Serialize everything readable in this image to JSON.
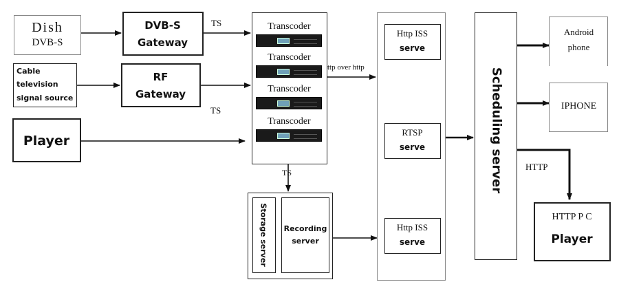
{
  "sources": {
    "dish": {
      "line1": "Dish",
      "line2": "DVB-S"
    },
    "cable": {
      "line1": "Cable",
      "line2": "television",
      "line3": "signal source"
    },
    "player": {
      "label": "Player"
    }
  },
  "gateways": {
    "dvbs": {
      "line1": "DVB-S",
      "line2": "Gateway"
    },
    "rf": {
      "line1": "RF",
      "line2": "Gateway"
    }
  },
  "transcoders": [
    "Transcoder",
    "Transcoder",
    "Transcoder",
    "Transcoder"
  ],
  "edge_labels": {
    "ts_top": "TS",
    "ts_mid": "TS",
    "ts_down": "TS",
    "http_over": "ttp over http",
    "http": "HTTP"
  },
  "storage": {
    "storage_server": "Storage server",
    "recording_line1": "Recording",
    "recording_line2": "server"
  },
  "serve_column": {
    "hls_top": {
      "line1": "Http ISS",
      "line2": "serve"
    },
    "rtsp": {
      "line1": "RTSP",
      "line2": "serve"
    },
    "hls_bottom": {
      "line1": "Http ISS",
      "line2": "serve"
    }
  },
  "scheduling": {
    "label": "Scheduling server"
  },
  "clients": {
    "android": {
      "line1": "Android",
      "line2": "phone"
    },
    "iphone": {
      "label": "IPHONE"
    },
    "pc": {
      "line1": "HTTP  P C",
      "line2": "Player"
    }
  }
}
